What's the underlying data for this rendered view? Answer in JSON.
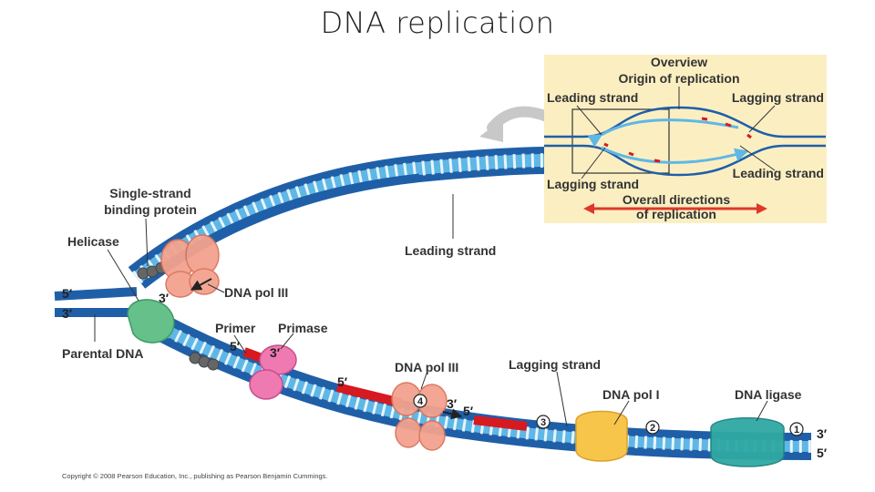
{
  "title": "DNA replication",
  "overview": {
    "heading": "Overview",
    "origin": "Origin of replication",
    "leading_top": "Leading strand",
    "lagging_top": "Lagging strand",
    "leading_bottom": "Leading strand",
    "lagging_bottom": "Lagging strand",
    "directions_line1": "Overall directions",
    "directions_line2": "of replication"
  },
  "labels": {
    "ssb_line1": "Single-strand",
    "ssb_line2": "binding protein",
    "helicase": "Helicase",
    "leading_strand": "Leading strand",
    "dna_pol_iii_top": "DNA pol III",
    "primer": "Primer",
    "primase": "Primase",
    "parental_dna": "Parental DNA",
    "dna_pol_iii_bottom": "DNA pol III",
    "lagging_strand": "Lagging strand",
    "dna_pol_i": "DNA pol I",
    "dna_ligase": "DNA ligase"
  },
  "primes": {
    "left_5": "5′",
    "left_3": "3′",
    "pol_top_3": "3′",
    "primer_5": "5′",
    "primase_3": "3′",
    "okazaki_5": "5′",
    "pol_bottom_3": "3′",
    "pol_bottom_5": "5′",
    "right_3": "3′",
    "right_5": "5′"
  },
  "steps": [
    "4",
    "3",
    "2",
    "1"
  ],
  "copyright": "Copyright © 2008 Pearson Education, Inc., publishing as Pearson Benjamin Cummings.",
  "colors": {
    "backbone_dark": "#1f5fa8",
    "backbone_light": "#5fb7e6",
    "primer_red": "#d71920",
    "overview_bg": "#fbefc2",
    "arrow_red": "#e0372b",
    "big_arrow_gray": "#c8c8c8"
  }
}
